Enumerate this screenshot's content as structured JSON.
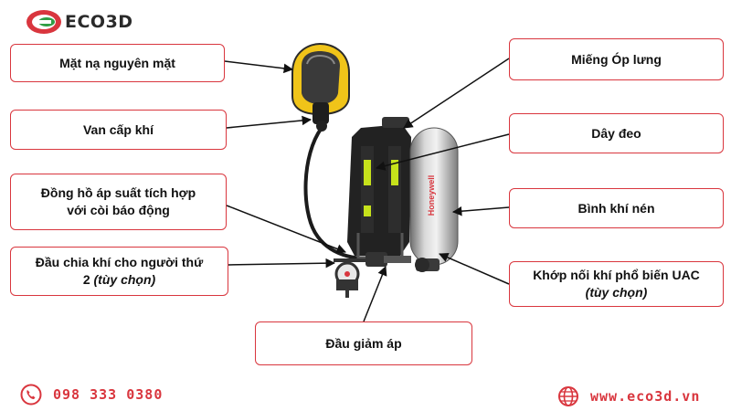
{
  "brand": {
    "name": "ECO3D",
    "accent": "#d9363e"
  },
  "labels": {
    "mask": "Mặt nạ nguyên mặt",
    "valve": "Van cấp khí",
    "gauge_line1": "Đồng hồ áp suất  tích hợp",
    "gauge_line2": "với còi báo động",
    "splitter_line1": "Đầu chia khí cho người thứ",
    "splitter_line2_main": "2 ",
    "splitter_line2_italic": "(tùy chọn)",
    "backplate": "Miếng Óp lưng",
    "harness": "Dây đeo",
    "cylinder": "Bình khí nén",
    "coupling_line1": "Khớp nối khí phổ biến UAC",
    "coupling_line2": "(tùy chọn)",
    "reducer": "Đầu giảm áp"
  },
  "cylinder_brand": "Honeywell",
  "contact": {
    "phone": "098 333 0380",
    "website": "www.eco3d.vn",
    "phone_icon": "phone-icon",
    "web_icon": "globe-icon"
  }
}
